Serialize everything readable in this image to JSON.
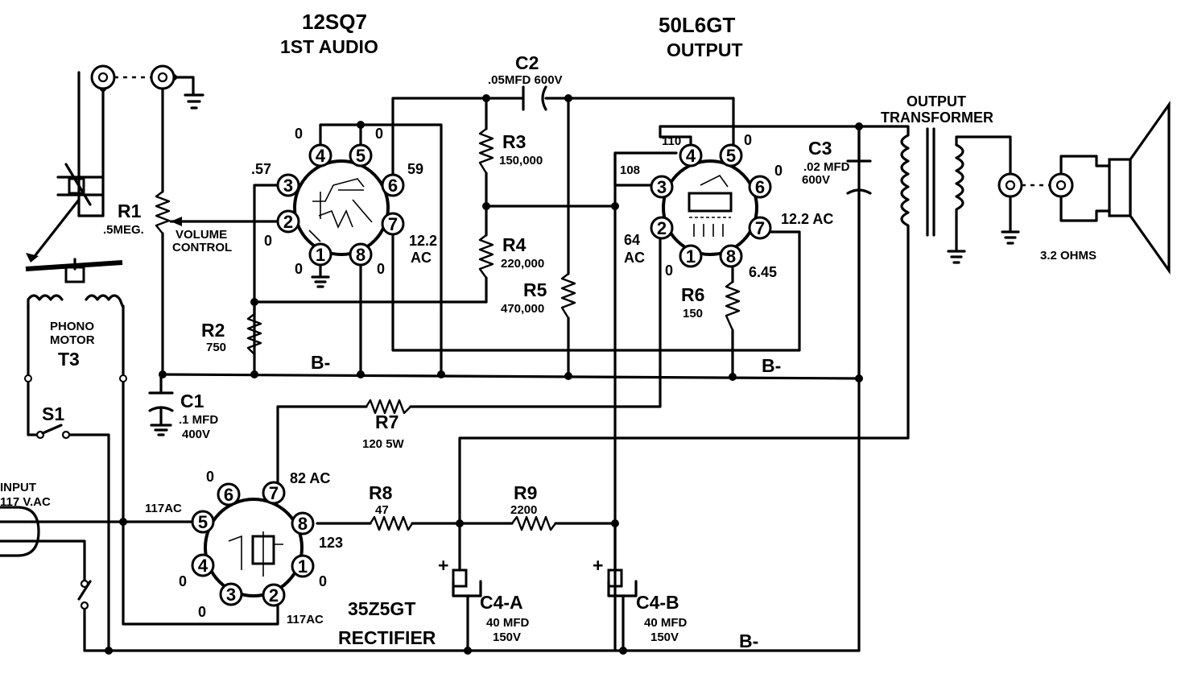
{
  "tubes": {
    "v1": {
      "type": "12SQ7",
      "function": "1ST AUDIO"
    },
    "v2": {
      "type": "50L6GT",
      "function": "OUTPUT"
    },
    "v3": {
      "type": "35Z5GT",
      "function": "RECTIFIER"
    }
  },
  "pins": [
    "1",
    "2",
    "3",
    "4",
    "5",
    "6",
    "7",
    "8"
  ],
  "voltages": {
    "v1": {
      "p4": "0",
      "p5": "0",
      "p3": ".57",
      "p6": "59",
      "p2": "0",
      "p7a": "12.2",
      "p7b": "AC",
      "p1": "0",
      "p8": "0"
    },
    "v2": {
      "p4": "110",
      "p5": "0",
      "p3": "108",
      "p6": "0",
      "p2a": "64",
      "p2b": "AC",
      "p7": "12.2 AC",
      "p1": "0",
      "p8": "6.45"
    },
    "v3": {
      "p6": "0",
      "p7": "82 AC",
      "p5": "117AC",
      "p8": "123",
      "p4": "0",
      "p1": "0",
      "p3": "0",
      "p2": "117AC"
    }
  },
  "components": {
    "c1": {
      "ref": "C1",
      "value": ".1 MFD",
      "rating": "400V"
    },
    "c2": {
      "ref": "C2",
      "value": ".05MFD 600V"
    },
    "c3": {
      "ref": "C3",
      "value": ".02 MFD",
      "rating": "600V"
    },
    "c4a": {
      "ref": "C4-A",
      "value": "40 MFD",
      "rating": "150V"
    },
    "c4b": {
      "ref": "C4-B",
      "value": "40 MFD",
      "rating": "150V"
    },
    "r1": {
      "ref": "R1",
      "value": ".5MEG.",
      "desc1": "VOLUME",
      "desc2": "CONTROL"
    },
    "r2": {
      "ref": "R2",
      "value": "750"
    },
    "r3": {
      "ref": "R3",
      "value": "150,000"
    },
    "r4": {
      "ref": "R4",
      "value": "220,000"
    },
    "r5": {
      "ref": "R5",
      "value": "470,000"
    },
    "r6": {
      "ref": "R6",
      "value": "150"
    },
    "r7": {
      "ref": "R7",
      "value": "120  5W"
    },
    "r8": {
      "ref": "R8",
      "value": "47"
    },
    "r9": {
      "ref": "R9",
      "value": "2200"
    },
    "t3": {
      "line1": "PHONO",
      "line2": "MOTOR",
      "ref": "T3"
    },
    "s1": {
      "ref": "S1"
    },
    "transformer": {
      "line1": "OUTPUT",
      "line2": "TRANSFORMER"
    },
    "speaker": {
      "impedance": "3.2 OHMS"
    },
    "input": {
      "line1": "INPUT",
      "line2": "117 V.AC"
    }
  },
  "bus_labels": {
    "b1": "B-",
    "b2": "B-",
    "b3": "B-"
  },
  "polarity": "+"
}
